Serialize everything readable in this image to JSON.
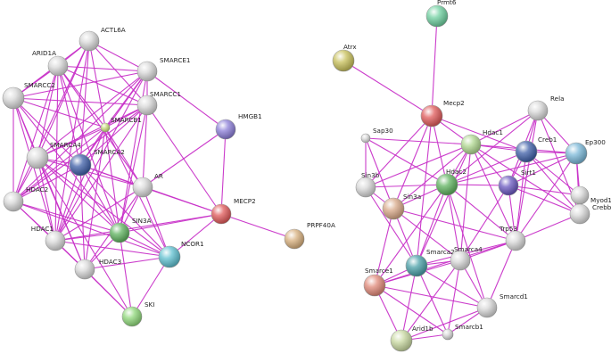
{
  "networks": [
    {
      "id": "left",
      "nodes": [
        {
          "label": "ACTL6A",
          "color": "#d8d8d8"
        },
        {
          "label": "ARID1A",
          "color": "#d8d8d8"
        },
        {
          "label": "SMARCE1",
          "color": "#d8d8d8"
        },
        {
          "label": "SMARCC2",
          "color": "#d8d8d8"
        },
        {
          "label": "SMARCC1",
          "color": "#d8d8d8"
        },
        {
          "label": "SMARCB1",
          "color": "#c9dc7a"
        },
        {
          "label": "HMGB1",
          "color": "#8c7ed8"
        },
        {
          "label": "SMARCA4",
          "color": "#d8d8d8"
        },
        {
          "label": "SMARCA2",
          "color": "#3f5fa8"
        },
        {
          "label": "AR",
          "color": "#d8d8d8"
        },
        {
          "label": "HDAC2",
          "color": "#d8d8d8"
        },
        {
          "label": "SIN3A",
          "color": "#5fb35f"
        },
        {
          "label": "MECP2",
          "color": "#e05a5a"
        },
        {
          "label": "HDAC1",
          "color": "#d8d8d8"
        },
        {
          "label": "NCOR1",
          "color": "#5fc0d0"
        },
        {
          "label": "PRPF40A",
          "color": "#d8b07e"
        },
        {
          "label": "HDAC3",
          "color": "#d8d8d8"
        },
        {
          "label": "SKI",
          "color": "#8fd87a"
        }
      ]
    },
    {
      "id": "right",
      "nodes": [
        {
          "label": "Prmt6",
          "color": "#6fd0a0"
        },
        {
          "label": "Atrx",
          "color": "#c8c05a"
        },
        {
          "label": "Rela",
          "color": "#d8d8d8"
        },
        {
          "label": "Mecp2",
          "color": "#e05a5a"
        },
        {
          "label": "Sap30",
          "color": "#d8d8d8"
        },
        {
          "label": "Hdac1",
          "color": "#b0d890"
        },
        {
          "label": "Creb1",
          "color": "#3f5fa8"
        },
        {
          "label": "Ep300",
          "color": "#7ab8d8"
        },
        {
          "label": "Sin3b",
          "color": "#d8d8d8"
        },
        {
          "label": "Hdac2",
          "color": "#5fb35f"
        },
        {
          "label": "Sirt1",
          "color": "#6a58c0"
        },
        {
          "label": "Sin3a",
          "color": "#d8a888"
        },
        {
          "label": "Myod1",
          "color": "#d8d8d8"
        },
        {
          "label": "Crebbp",
          "color": "#d8d8d8"
        },
        {
          "label": "Trp53",
          "color": "#d8d8d8"
        },
        {
          "label": "Smarca2",
          "color": "#4aa0a8"
        },
        {
          "label": "Smarca4",
          "color": "#d8d8d8"
        },
        {
          "label": "Smarce1",
          "color": "#e08878"
        },
        {
          "label": "Smarcd1",
          "color": "#d8d8d8"
        },
        {
          "label": "Arid1b",
          "color": "#c8d8a0"
        },
        {
          "label": "Smarcb1",
          "color": "#d8d8d8"
        }
      ]
    }
  ],
  "edge_color": "#c832c8"
}
